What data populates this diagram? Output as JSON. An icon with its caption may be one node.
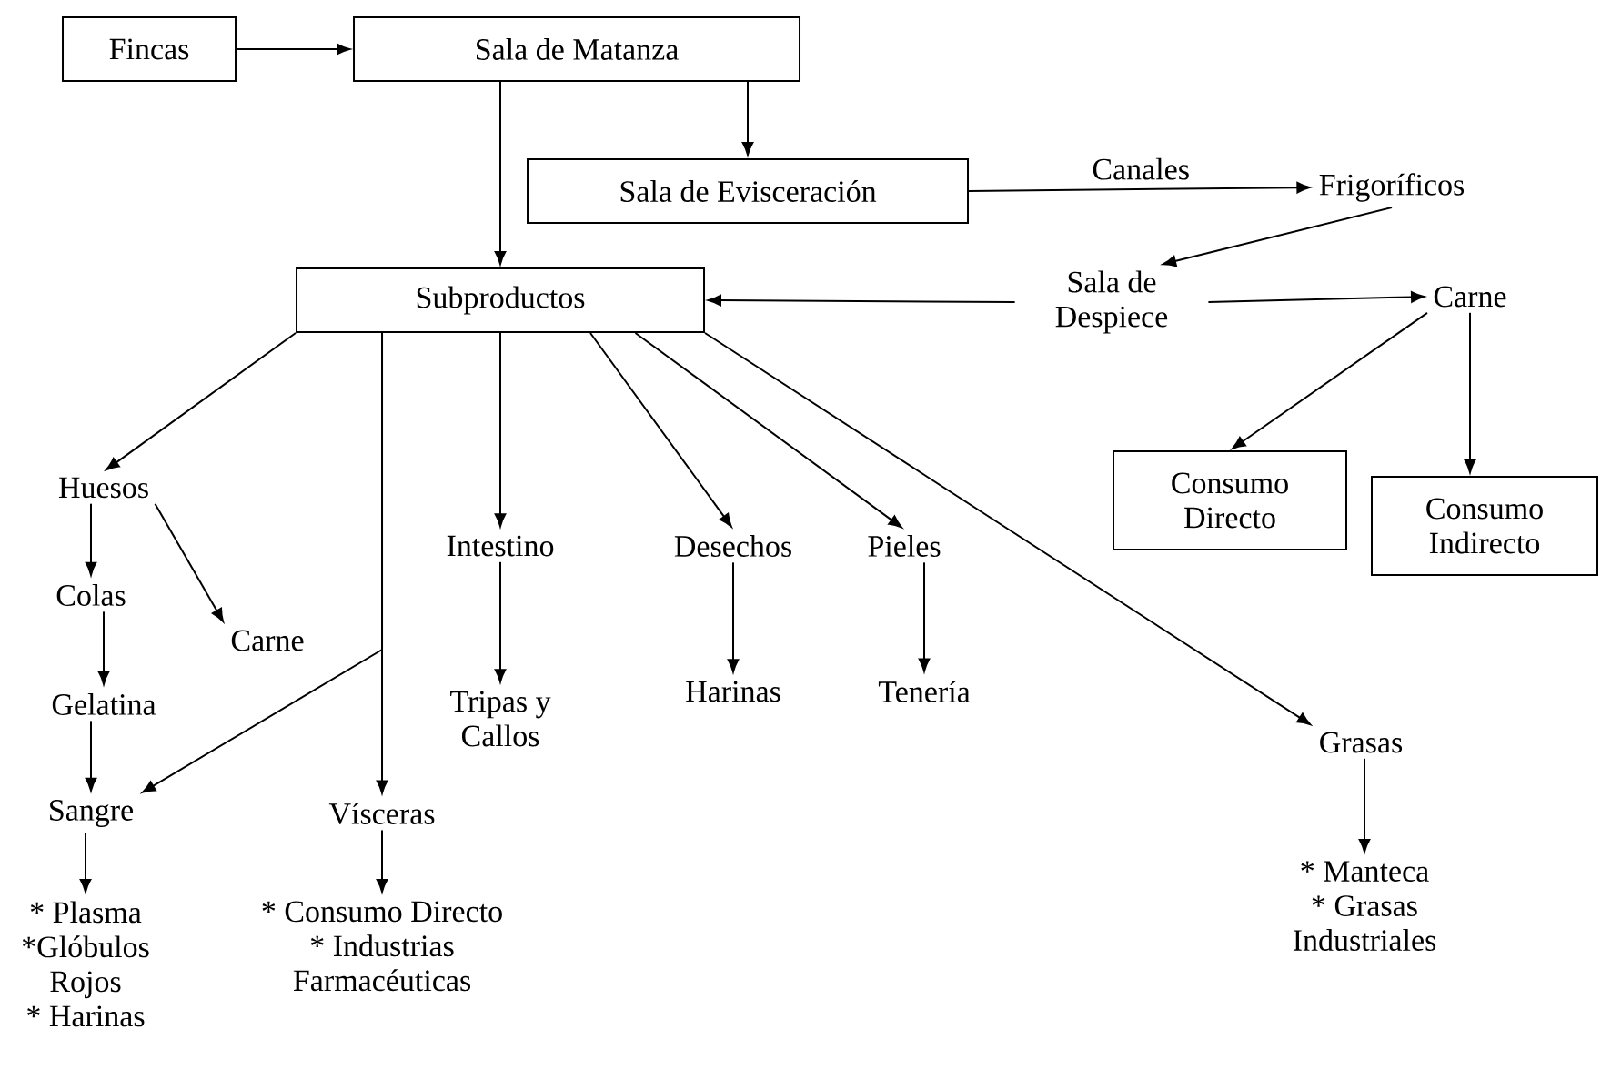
{
  "diagram": {
    "nodes": [
      {
        "text": [
          "Fincas"
        ]
      },
      {
        "text": [
          "Sala de Matanza"
        ]
      },
      {
        "text": [
          "Sala de Evisceración"
        ]
      },
      {
        "text": [
          "Frigoríficos"
        ]
      },
      {
        "text": [
          "Sala de Despiece"
        ]
      },
      {
        "text": [
          "Subproductos"
        ]
      },
      {
        "text": [
          "Carne"
        ]
      },
      {
        "text": [
          "Consumo Directo"
        ]
      },
      {
        "text": [
          "Consumo Indirecto"
        ]
      },
      {
        "text": [
          "Huesos"
        ]
      },
      {
        "text": [
          "Intestino"
        ]
      },
      {
        "text": [
          "Desechos"
        ]
      },
      {
        "text": [
          "Pieles"
        ]
      },
      {
        "text": [
          "Colas"
        ]
      },
      {
        "text": [
          "Carne"
        ]
      },
      {
        "text": [
          "Tripas y Callos"
        ]
      },
      {
        "text": [
          "Harinas"
        ]
      },
      {
        "text": [
          "Tenería"
        ]
      },
      {
        "text": [
          "Gelatina"
        ]
      },
      {
        "text": [
          "Grasas"
        ]
      },
      {
        "text": [
          "Sangre"
        ]
      },
      {
        "text": [
          "Vísceras"
        ]
      },
      {
        "text": [
          "* Plasma",
          "*Glóbulos Rojos",
          "* Harinas"
        ]
      },
      {
        "text": [
          "* Consumo Directo",
          "* Industrias Farmacéuticas"
        ]
      },
      {
        "text": [
          "* Manteca",
          "* Grasas Industriales"
        ]
      }
    ],
    "edges": [
      {
        "from": 0,
        "to": 1,
        "arrow": "to"
      },
      {
        "from": 1,
        "to": 2,
        "arrow": "to"
      },
      {
        "from": 1,
        "to": 5,
        "arrow": "to"
      },
      {
        "from": 2,
        "to": 3,
        "arrow": "to",
        "label": "Canales"
      },
      {
        "from": 3,
        "to": 4,
        "arrow": "to"
      },
      {
        "from": 4,
        "to": 5,
        "arrow": "to"
      },
      {
        "from": 4,
        "to": 6,
        "arrow": "to"
      },
      {
        "from": 6,
        "to": 7,
        "arrow": "to"
      },
      {
        "from": 6,
        "to": 8,
        "arrow": "to"
      },
      {
        "from": 5,
        "to": 9,
        "arrow": "to"
      },
      {
        "from": 5,
        "to": 10,
        "arrow": "to"
      },
      {
        "from": 5,
        "to": 11,
        "arrow": "to"
      },
      {
        "from": 5,
        "to": 12,
        "arrow": "to"
      },
      {
        "from": 5,
        "to": 19,
        "arrow": "to"
      },
      {
        "from": 5,
        "to": 20,
        "arrow": "to"
      },
      {
        "from": 5,
        "to": 21,
        "arrow": "to"
      },
      {
        "from": 9,
        "to": 13,
        "arrow": "to"
      },
      {
        "from": 9,
        "to": 14,
        "arrow": "to"
      },
      {
        "from": 13,
        "to": 18,
        "arrow": "to"
      },
      {
        "from": 18,
        "to": 20,
        "arrow": "to"
      },
      {
        "from": 20,
        "to": 22,
        "arrow": "to"
      },
      {
        "from": 21,
        "to": 23,
        "arrow": "to"
      },
      {
        "from": 10,
        "to": 15,
        "arrow": "to"
      },
      {
        "from": 11,
        "to": 16,
        "arrow": "to"
      },
      {
        "from": 12,
        "to": 17,
        "arrow": "to"
      },
      {
        "from": 19,
        "to": 24,
        "arrow": "to"
      }
    ]
  }
}
